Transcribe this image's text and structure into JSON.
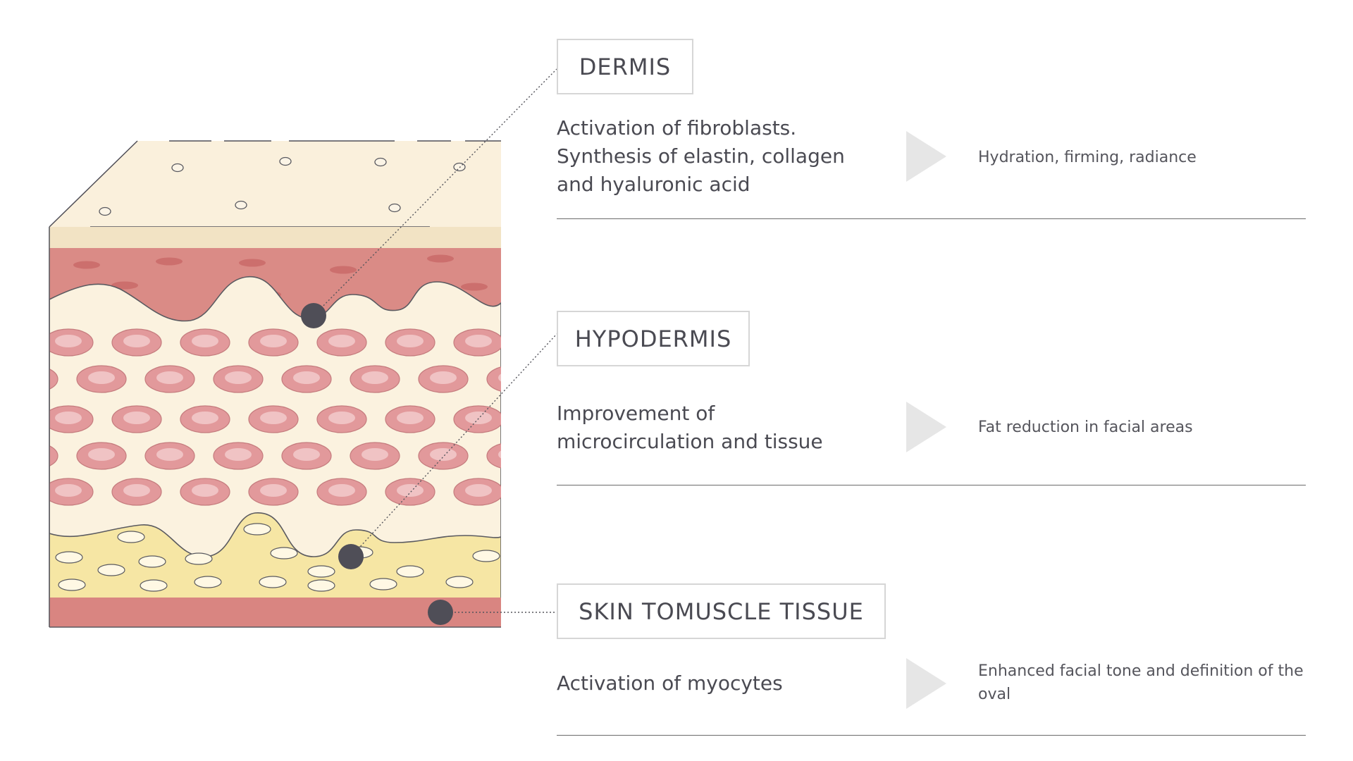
{
  "layers": [
    {
      "name": "DERMIS",
      "description_lines": [
        "Activation of fibroblasts.",
        "Synthesis of elastin, collagen",
        "and hyaluronic acid"
      ],
      "result": "Hydration, firming, radiance"
    },
    {
      "name": "HYPODERMIS",
      "description_lines": [
        "Improvement of",
        "microcirculation and tissue"
      ],
      "result": "Fat reduction in facial areas"
    },
    {
      "name": "SKIN TOMUSCLE TISSUE",
      "description_lines": [
        "Activation of myocytes"
      ],
      "result": "Enhanced facial tone and definition of the oval"
    }
  ],
  "colors": {
    "epidermis_top": "#faf0dc",
    "epidermis_band": "#f2e3c4",
    "dermis_red": "#da8b86",
    "dermis_spot": "#cc6f6d",
    "hypodermis_bg": "#fbf2df",
    "cell_fill": "#e2999b",
    "cell_core": "#f0c3c4",
    "fat_layer": "#f6e6a4",
    "fat_cell": "#fff8e4",
    "muscle": "#d98581",
    "marker": "#4f4e57",
    "arrow": "#e6e6e6",
    "divider": "#6b6b6b",
    "box_border": "#d6d6d6"
  }
}
